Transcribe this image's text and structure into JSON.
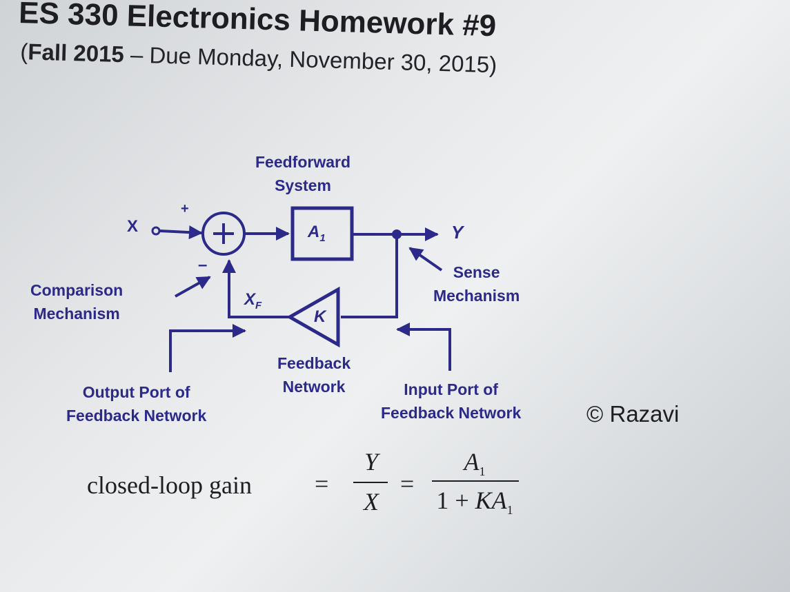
{
  "header": {
    "title": "ES 330 Electronics Homework #9",
    "subtitle_bold": "Fall 2015",
    "subtitle_rest": "– Due Monday, November 30, 2015)"
  },
  "diagram": {
    "input_label": "X",
    "output_label": "Y",
    "plus_sign": "+",
    "minus_sign": "–",
    "summer_symbol": "+",
    "feedforward_block": "A",
    "feedforward_block_sub": "1",
    "feedback_block": "K",
    "feedback_signal": "X",
    "feedback_signal_sub": "F",
    "labels": {
      "feedforward_system": "Feedforward\nSystem",
      "comparison_mechanism": "Comparison\nMechanism",
      "sense_mechanism": "Sense\nMechanism",
      "feedback_network": "Feedback\nNetwork",
      "output_port": "Output Port of\nFeedback Network",
      "input_port": "Input Port of\nFeedback Network"
    },
    "colors": {
      "diagram": "#2b2a8a",
      "text": "#1e1e22"
    }
  },
  "credit": "© Razavi",
  "formula": {
    "lhs": "closed-loop gain",
    "equals": "=",
    "frac1_num": "Y",
    "frac1_den": "X",
    "frac2_num": "A",
    "frac2_num_sub": "1",
    "frac2_den": "1 + KA",
    "frac2_den_sub": "1"
  }
}
